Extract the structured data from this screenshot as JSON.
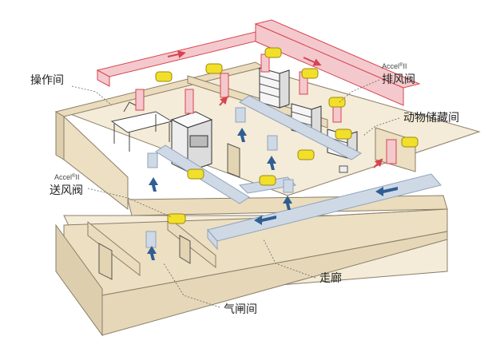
{
  "labels": {
    "control_room": "操作间",
    "exhaust_brand": "Accel",
    "exhaust_brand_suffix": "II",
    "exhaust_valve": "排风阀",
    "animal_storage": "动物储藏间",
    "supply_brand": "Accel",
    "supply_brand_suffix": "II",
    "supply_valve": "送风阀",
    "corridor": "走廊",
    "airlock": "气闸间"
  },
  "colors": {
    "exhaust_duct": "#f4c9cd",
    "exhaust_duct_stroke": "#d9434f",
    "supply_duct": "#cfd9e6",
    "supply_duct_stroke": "#8fa2bb",
    "valve": "#f2df2a",
    "floor": "#f4ecd8",
    "wall_front": "#ecdfc2",
    "wall_edge": "#8a7e68",
    "arrow_red": "#d9434f",
    "arrow_blue": "#2f5e93"
  },
  "icons": [
    "fume-hood-icon",
    "lab-bench-icon",
    "animal-rack-icon",
    "door-icon",
    "airflow-arrow-icon"
  ]
}
